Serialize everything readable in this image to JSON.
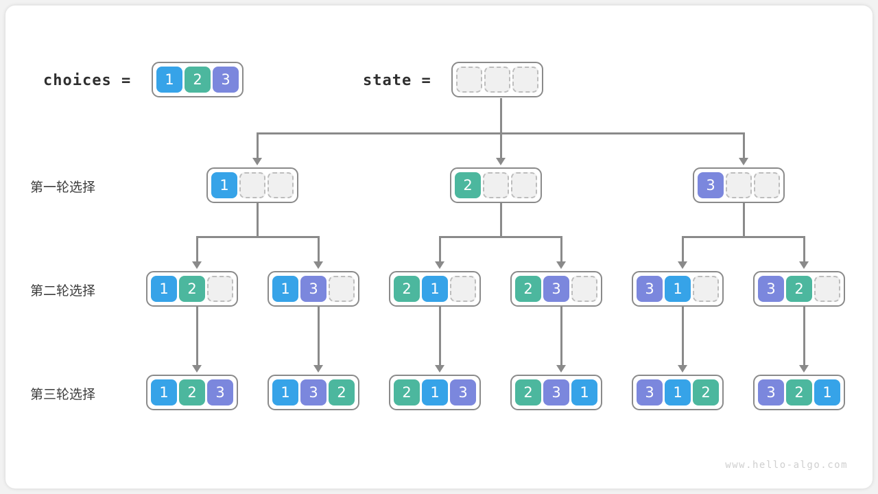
{
  "header": {
    "choices_label": "choices =",
    "choices_values": [
      1,
      2,
      3
    ],
    "state_label": "state =",
    "state_values": [
      null,
      null,
      null
    ]
  },
  "rows": [
    {
      "label": "第一轮选择",
      "nodes": [
        {
          "values": [
            1,
            null,
            null
          ]
        },
        {
          "values": [
            2,
            null,
            null
          ]
        },
        {
          "values": [
            3,
            null,
            null
          ]
        }
      ]
    },
    {
      "label": "第二轮选择",
      "nodes": [
        {
          "values": [
            1,
            2,
            null
          ]
        },
        {
          "values": [
            1,
            3,
            null
          ]
        },
        {
          "values": [
            2,
            1,
            null
          ]
        },
        {
          "values": [
            2,
            3,
            null
          ]
        },
        {
          "values": [
            3,
            1,
            null
          ]
        },
        {
          "values": [
            3,
            2,
            null
          ]
        }
      ]
    },
    {
      "label": "第三轮选择",
      "nodes": [
        {
          "values": [
            1,
            2,
            3
          ]
        },
        {
          "values": [
            1,
            3,
            2
          ]
        },
        {
          "values": [
            2,
            1,
            3
          ]
        },
        {
          "values": [
            2,
            3,
            1
          ]
        },
        {
          "values": [
            3,
            1,
            2
          ]
        },
        {
          "values": [
            3,
            2,
            1
          ]
        }
      ]
    }
  ],
  "watermark": "www.hello-algo.com",
  "colors": {
    "value_1": "#36a3e8",
    "value_2": "#4cb79e",
    "value_3": "#7b87dd",
    "empty_cell": "#f0f0f0",
    "border": "#8a8a8a",
    "connector": "#8a8a8a",
    "text": "#3c3c3c",
    "watermark": "#cfcfcf"
  }
}
